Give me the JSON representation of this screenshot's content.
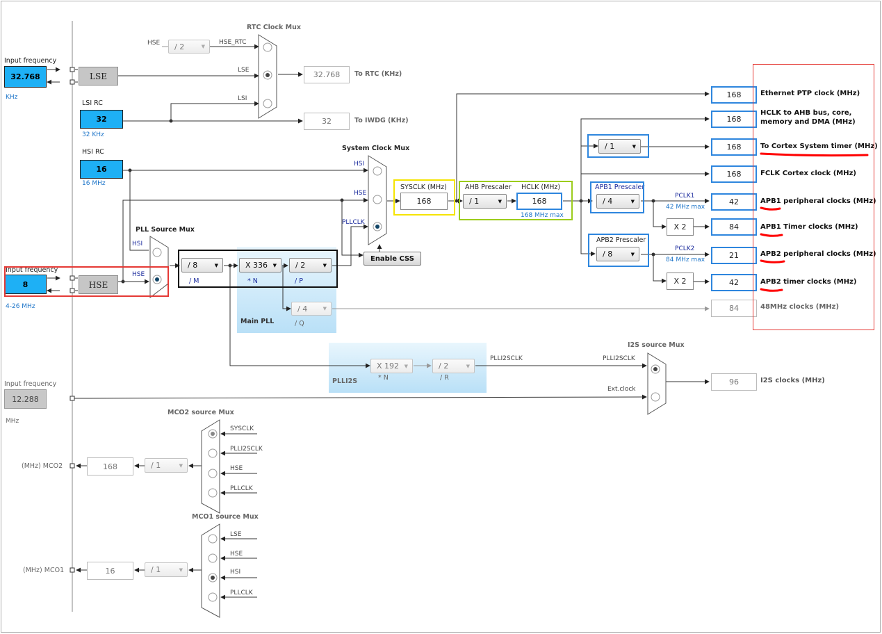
{
  "colors": {
    "input_blue": "#1eb0f5",
    "highlight_red": "#e53935",
    "highlight_blue": "#2e86de",
    "highlight_yellow": "#f5e400",
    "highlight_green": "#9ccc1c",
    "pll_panel": "#bfe3f8",
    "underline_red": "#ff0000"
  },
  "lse_input": {
    "title": "Input frequency",
    "value": "32.768",
    "unit": "KHz",
    "osc_label": "LSE"
  },
  "lsi": {
    "title": "LSI RC",
    "value": "32",
    "sub": "32 KHz"
  },
  "hsi": {
    "title": "HSI RC",
    "value": "16",
    "sub": "16 MHz"
  },
  "hse_input": {
    "title": "Input frequency",
    "value": "8",
    "range": "4-26 MHz",
    "osc_label": "HSE"
  },
  "ext_input": {
    "title": "Input frequency",
    "value": "12.288",
    "unit": "MHz"
  },
  "rtc": {
    "title": "RTC Clock Mux",
    "hse_div": "/ 2",
    "hse_label": "HSE",
    "hse_rtc_label": "HSE_RTC",
    "lse_label": "LSE",
    "lsi_label": "LSI",
    "out_value": "32.768",
    "out_label": "To RTC (KHz)"
  },
  "iwdg": {
    "value": "32",
    "label": "To IWDG (KHz)"
  },
  "sysmux": {
    "title": "System Clock Mux",
    "hsi": "HSI",
    "hse": "HSE",
    "pllclk": "PLLCLK",
    "css_button": "Enable CSS"
  },
  "pllsrc": {
    "title": "PLL Source Mux",
    "hsi": "HSI",
    "hse": "HSE"
  },
  "pll": {
    "m": "/ 8",
    "m_label": "/ M",
    "n": "X 336",
    "n_label": "* N",
    "p": "/ 2",
    "p_label": "/ P",
    "q": "/ 4",
    "q_label": "/ Q",
    "title": "Main PLL"
  },
  "plli2s": {
    "n": "X 192",
    "n_label": "* N",
    "r": "/ 2",
    "r_label": "/ R",
    "title": "PLLI2S",
    "out_label": "PLLI2SCLK"
  },
  "sysclk": {
    "title": "SYSCLK (MHz)",
    "value": "168"
  },
  "ahb": {
    "title": "AHB Prescaler",
    "value": "/ 1"
  },
  "hclk": {
    "title": "HCLK (MHz)",
    "value": "168",
    "max": "168 MHz max"
  },
  "cortex_div": {
    "value": "/ 1"
  },
  "apb1": {
    "title": "APB1 Prescaler",
    "value": "/ 4",
    "pclk": "PCLK1",
    "max": "42 MHz max",
    "x2": "X 2"
  },
  "apb2": {
    "title": "APB2 Prescaler",
    "value": "/ 8",
    "pclk": "PCLK2",
    "max": "84 MHz max",
    "x2": "X 2"
  },
  "outputs": [
    {
      "value": "168",
      "label": "Ethernet PTP clock (MHz)"
    },
    {
      "value": "168",
      "label": "HCLK to AHB bus, core,",
      "label2": "memory and DMA (MHz)"
    },
    {
      "value": "168",
      "label": "To Cortex System timer (MHz)"
    },
    {
      "value": "168",
      "label": "FCLK Cortex clock (MHz)"
    },
    {
      "value": "42",
      "label": "APB1 peripheral clocks (MHz)"
    },
    {
      "value": "84",
      "label": "APB1 Timer clocks (MHz)"
    },
    {
      "value": "21",
      "label": "APB2 peripheral clocks (MHz)"
    },
    {
      "value": "42",
      "label": "APB2 timer clocks (MHz)"
    },
    {
      "value": "84",
      "label": "48MHz clocks (MHz)"
    }
  ],
  "i2s": {
    "title": "I2S source Mux",
    "plli2sclk": "PLLI2SCLK",
    "ext": "Ext.clock",
    "value": "96",
    "label": "I2S clocks (MHz)"
  },
  "mco2": {
    "title": "MCO2 source Mux",
    "inputs": [
      "SYSCLK",
      "PLLI2SCLK",
      "HSE",
      "PLLCLK"
    ],
    "div": "/ 1",
    "value": "168",
    "label": "(MHz) MCO2"
  },
  "mco1": {
    "title": "MCO1 source Mux",
    "inputs": [
      "LSE",
      "HSE",
      "HSI",
      "PLLCLK"
    ],
    "div": "/ 1",
    "value": "16",
    "label": "(MHz) MCO1"
  }
}
